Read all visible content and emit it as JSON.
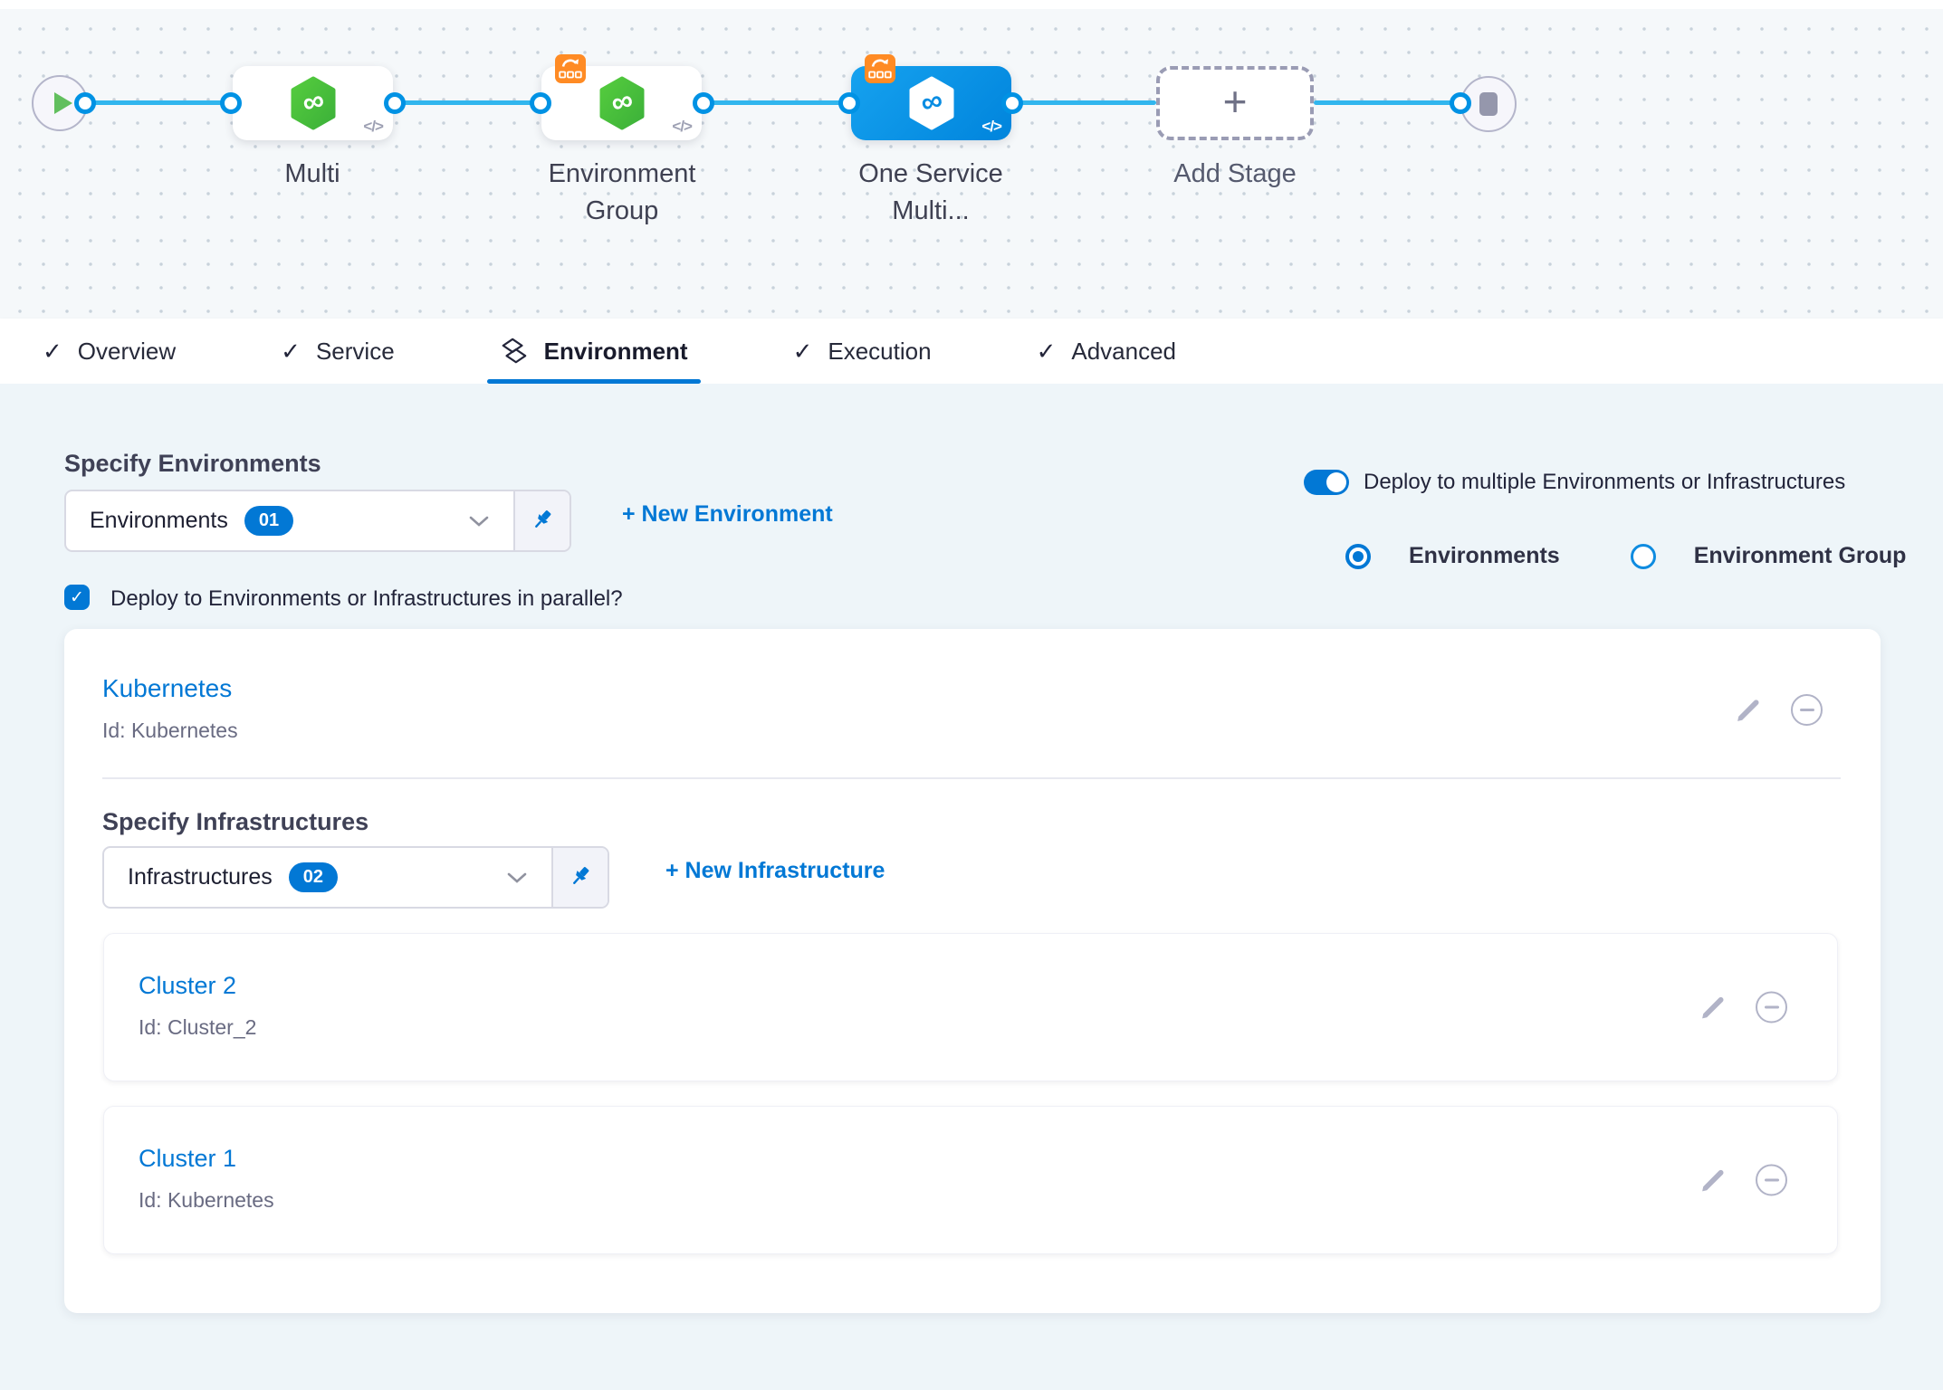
{
  "colors": {
    "accent_blue": "#0278d5",
    "node_selected_blue": "#0092e4",
    "node_green": "#47c43d",
    "connector_cyan": "#31b6ee",
    "badge_orange": "#ff8b24",
    "content_background": "#eef5f9"
  },
  "glyphs": {
    "check": "✓",
    "infinity": "∞",
    "code": "</>",
    "plus": "+"
  },
  "pipeline": {
    "stage_multi": "Multi",
    "stage_environment_group": "Environment Group",
    "stage_one_service": "One Service Multi...",
    "add_stage": "Add Stage"
  },
  "tabs": {
    "overview": "Overview",
    "service": "Service",
    "environment": "Environment",
    "execution": "Execution",
    "advanced": "Advanced"
  },
  "environment_tab": {
    "heading": "Specify Environments",
    "dropdown_label": "Environments",
    "dropdown_count": "01",
    "new_environment": "+ New Environment",
    "multi_toggle_label": "Deploy to multiple Environments or Infrastructures",
    "radio_environments": "Environments",
    "radio_environment_group": "Environment Group",
    "parallel_checkbox_label": "Deploy to Environments or Infrastructures in parallel?"
  },
  "environment_card": {
    "title": "Kubernetes",
    "id": "Id: Kubernetes",
    "infra_heading": "Specify Infrastructures",
    "infra_dropdown_label": "Infrastructures",
    "infra_dropdown_count": "02",
    "new_infrastructure": "+ New Infrastructure",
    "infrastructures": [
      {
        "title": "Cluster 2",
        "id": "Id: Cluster_2"
      },
      {
        "title": "Cluster 1",
        "id": "Id: Kubernetes"
      }
    ]
  }
}
